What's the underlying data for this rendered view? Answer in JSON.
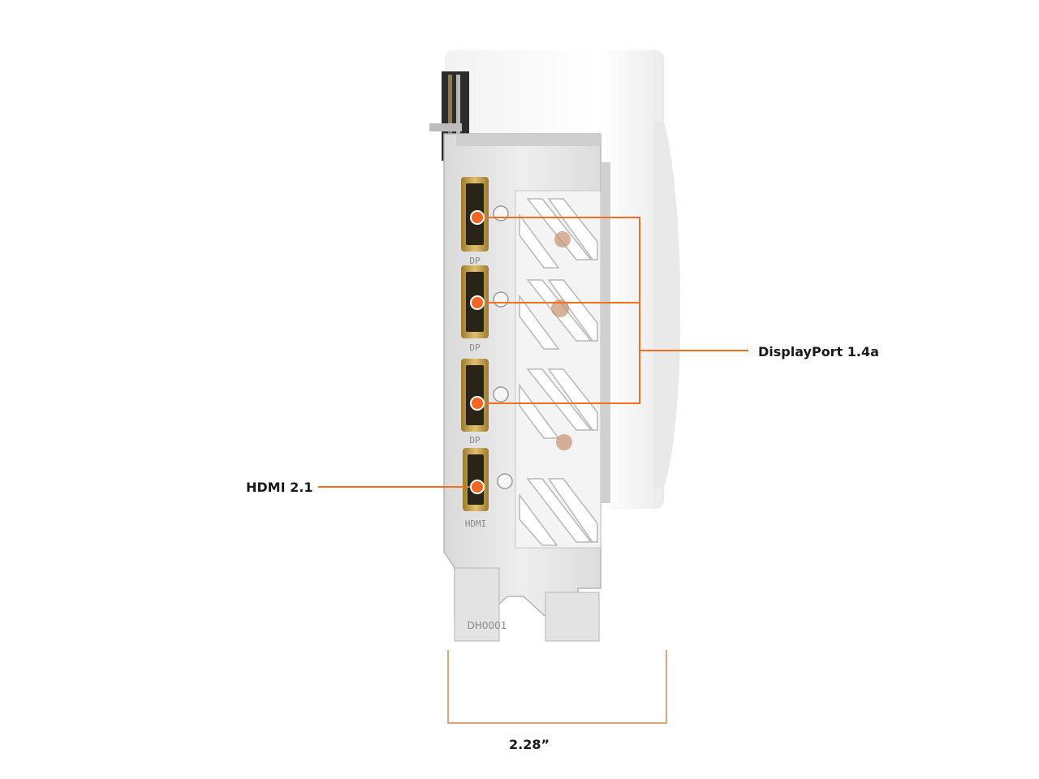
{
  "callouts": {
    "displayport": "DisplayPort 1.4a",
    "hdmi": "HDMI 2.1",
    "width_dimension": "2.28”"
  },
  "bracket": {
    "port_labels": [
      "DP",
      "DP",
      "DP",
      "HDMI"
    ],
    "marking": "DH0001"
  },
  "colors": {
    "callout_line": "#f07020",
    "callout_dot": "#f26522",
    "port_gold": "#c8a14a",
    "bracket_silver": "#e6e6e6",
    "shroud_white": "#f5f5f5"
  }
}
